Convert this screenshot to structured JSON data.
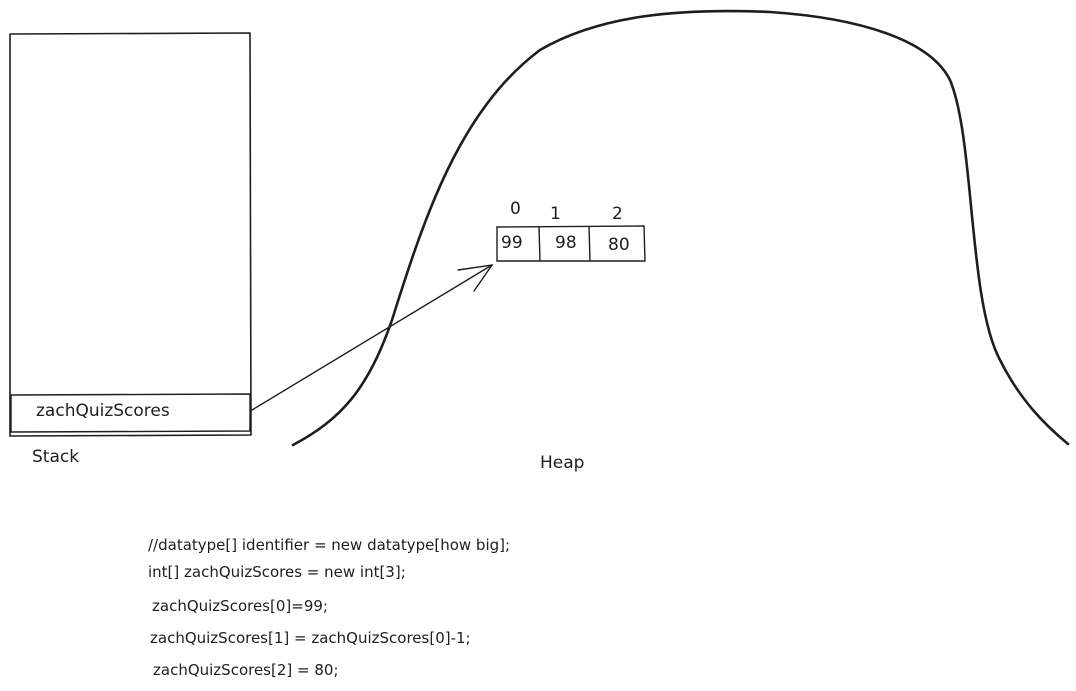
{
  "stack": {
    "caption": "Stack",
    "variable": "zachQuizScores"
  },
  "heap": {
    "caption": "Heap"
  },
  "array": {
    "indices": [
      "0",
      "1",
      "2"
    ],
    "values": [
      "99",
      "98",
      "80"
    ]
  },
  "code": [
    "//datatype[] identifier = new datatype[how big];",
    "int[] zachQuizScores = new int[3];",
    "zachQuizScores[0]=99;",
    "zachQuizScores[1] = zachQuizScores[0]-1;",
    "zachQuizScores[2] = 80;"
  ],
  "colors": {
    "ink": "#1e1e1e",
    "background": "#ffffff"
  }
}
